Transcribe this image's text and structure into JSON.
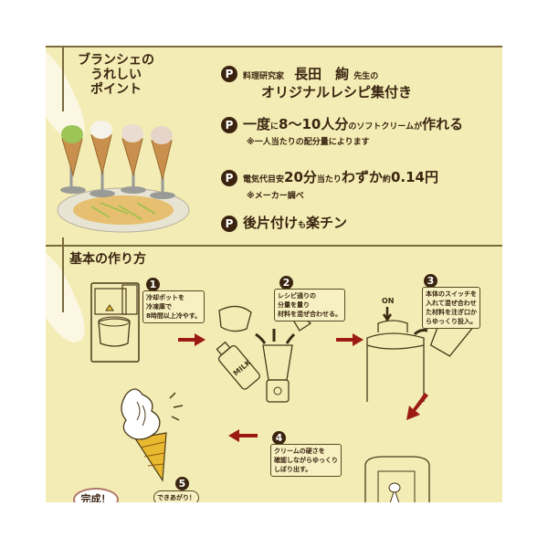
{
  "points_section": {
    "title_lines": [
      "ブランシェの",
      "うれしい",
      "ポイント"
    ],
    "badge_label": "P",
    "items": [
      {
        "line1_parts": [
          "料理研究家",
          "長田　絢",
          "先生の"
        ],
        "line2": "オリジナルレシピ集付き",
        "note": ""
      },
      {
        "line1_parts": [
          "一度",
          "に",
          "8〜10人分",
          "のソフトクリームが",
          "作れる"
        ],
        "line2": "",
        "note": "※一人当たりの配分量によります"
      },
      {
        "line1_parts": [
          "電気代目安",
          "20分",
          "当たり",
          "わずか",
          "約",
          "0.14円"
        ],
        "line2": "",
        "note": "※メーカー調べ"
      },
      {
        "line1_parts": [
          "後片付け",
          "も",
          "楽チン"
        ],
        "line2": "",
        "note": ""
      }
    ]
  },
  "howto_section": {
    "title": "基本の作り方",
    "steps": [
      {
        "number": "1",
        "text_lines": [
          "冷却ポットを",
          "冷凍庫で",
          "8時間以上冷やす。"
        ]
      },
      {
        "number": "2",
        "text_lines": [
          "レシピ通りの",
          "分量を量り",
          "材料を混ぜ合わせる。"
        ]
      },
      {
        "number": "3",
        "text_lines": [
          "本体のスイッチを",
          "入れて混ぜ合わせ",
          "た材料を注ぎ口か",
          "らゆっくり投入。"
        ]
      },
      {
        "number": "4",
        "text_lines": [
          "クリームの硬さを",
          "確認しながらゆっくり",
          "しぼり出す。"
        ]
      },
      {
        "number": "5",
        "text_lines": [
          "できあがり！"
        ]
      }
    ],
    "on_label": "ON",
    "milk_label": "MILK",
    "done_label": "完成！"
  },
  "colors": {
    "panel_bg": "#f3ecb4",
    "text_dark": "#3a2410",
    "arrow_red": "#9b1a14",
    "cone_yellow": "#e8b830"
  }
}
